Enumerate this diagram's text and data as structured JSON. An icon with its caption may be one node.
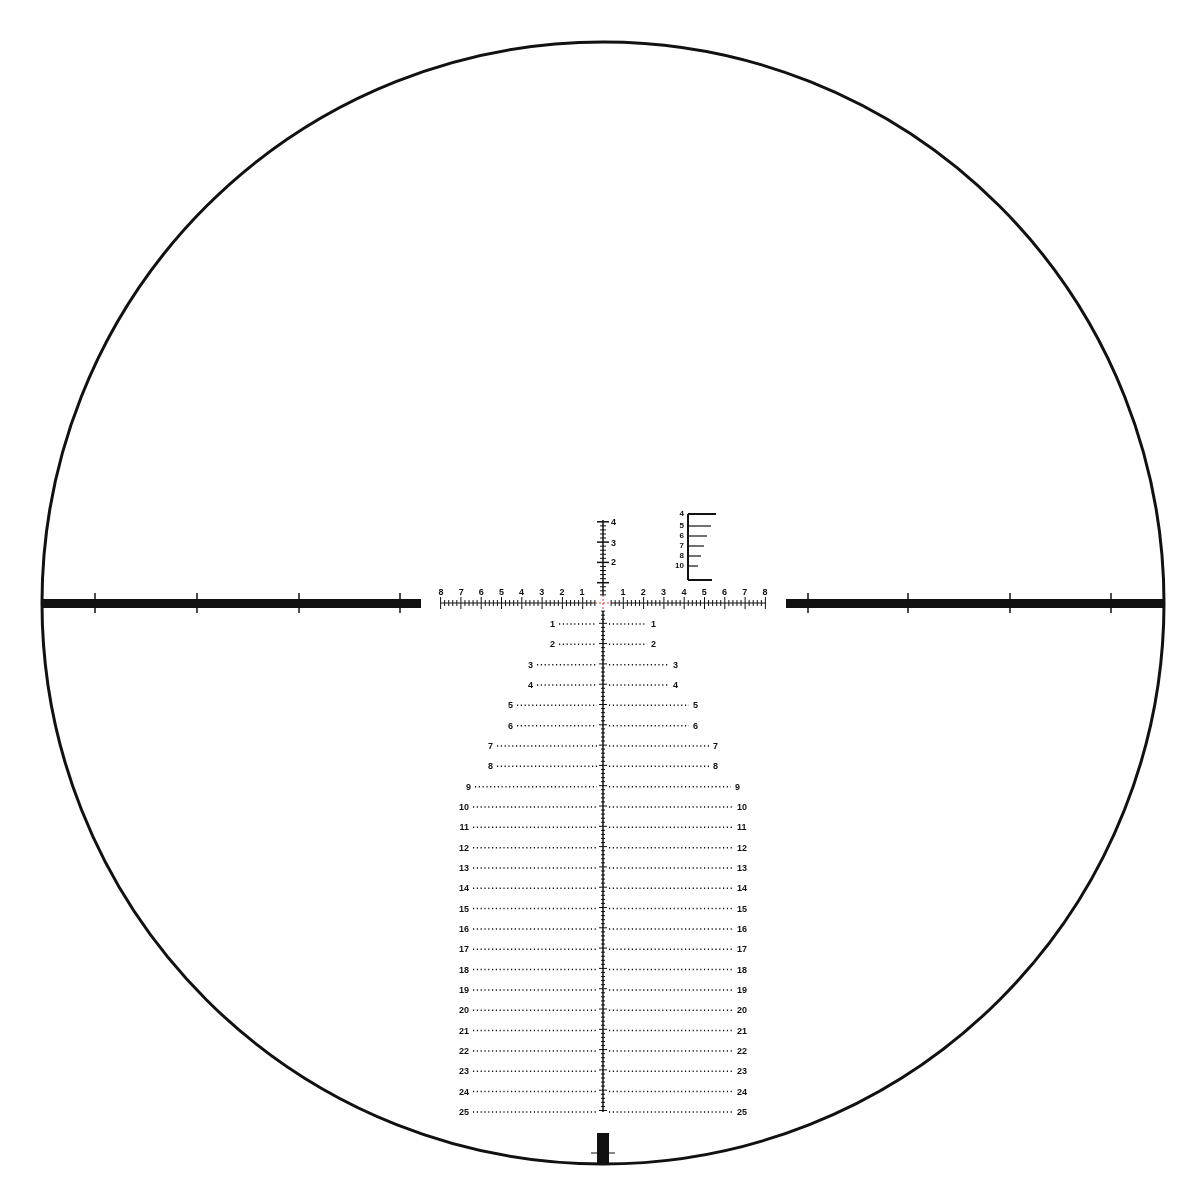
{
  "diagram": {
    "labels": [
      "4",
      "3",
      "2",
      "4",
      "5",
      "6",
      "7",
      "8",
      "10",
      "8",
      "7",
      "6",
      "5",
      "4",
      "3",
      "2",
      "1",
      "1",
      "2",
      "3",
      "4",
      "5",
      "6",
      "7",
      "8",
      "1",
      "1",
      "2",
      "2",
      "3",
      "3",
      "4",
      "4",
      "5",
      "5",
      "6",
      "6",
      "7",
      "7",
      "8",
      "8",
      "9",
      "9",
      "10",
      "10",
      "11",
      "11",
      "12",
      "12",
      "13",
      "13",
      "14",
      "14",
      "15",
      "15",
      "16",
      "16",
      "17",
      "17",
      "18",
      "18",
      "19",
      "19",
      "20",
      "20",
      "21",
      "21",
      "22",
      "22",
      "23",
      "23",
      "24",
      "24",
      "25",
      "25"
    ]
  }
}
